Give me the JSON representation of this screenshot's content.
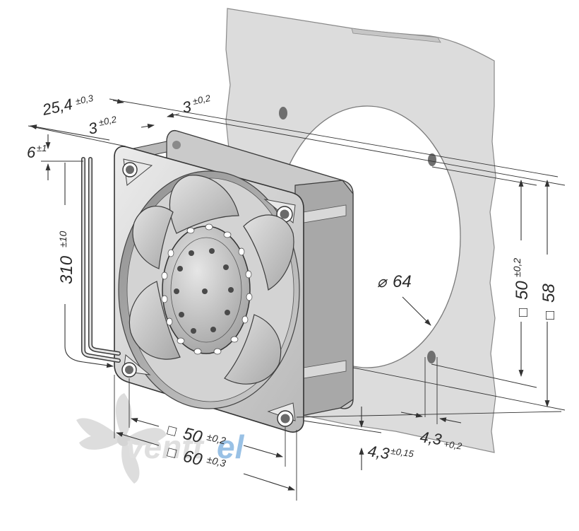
{
  "dimensions": {
    "depth": {
      "value": "25,4",
      "tol": "±0,3"
    },
    "flange_back": {
      "value": "3",
      "tol": "±0,2"
    },
    "flange_front": {
      "value": "3",
      "tol": "±0,2"
    },
    "lead_strip": {
      "value": "6",
      "tol": "±1"
    },
    "lead_length": {
      "value": "310",
      "tol": "±10"
    },
    "cutout_diameter": {
      "prefix": "⌀",
      "value": "64"
    },
    "hole_spacing_vertical": {
      "prefix": "□",
      "value": "50",
      "tol": "±0,2"
    },
    "panel_height": {
      "prefix": "□",
      "value": "58"
    },
    "hole_spacing_horizontal": {
      "prefix": "□",
      "value": "50",
      "tol": "±0,2"
    },
    "frame_width": {
      "prefix": "□",
      "value": "60",
      "tol": "±0,3"
    },
    "hole_diameter": {
      "value": "4,3",
      "tol": "±0,15"
    },
    "panel_hole": {
      "value": "4,3",
      "tol": "+0,2"
    }
  },
  "watermark": {
    "text_dark": "ventt",
    "text_blue": "el"
  },
  "colors": {
    "panel": "#dcdcdc",
    "frame": "#cfcfcf",
    "frame_dark": "#9a9a9a",
    "blade": "#c8c8c8",
    "hub": "#bdbdbd",
    "watermark_blue": "#6ea5d8",
    "watermark_gray": "#d9d9d9"
  }
}
